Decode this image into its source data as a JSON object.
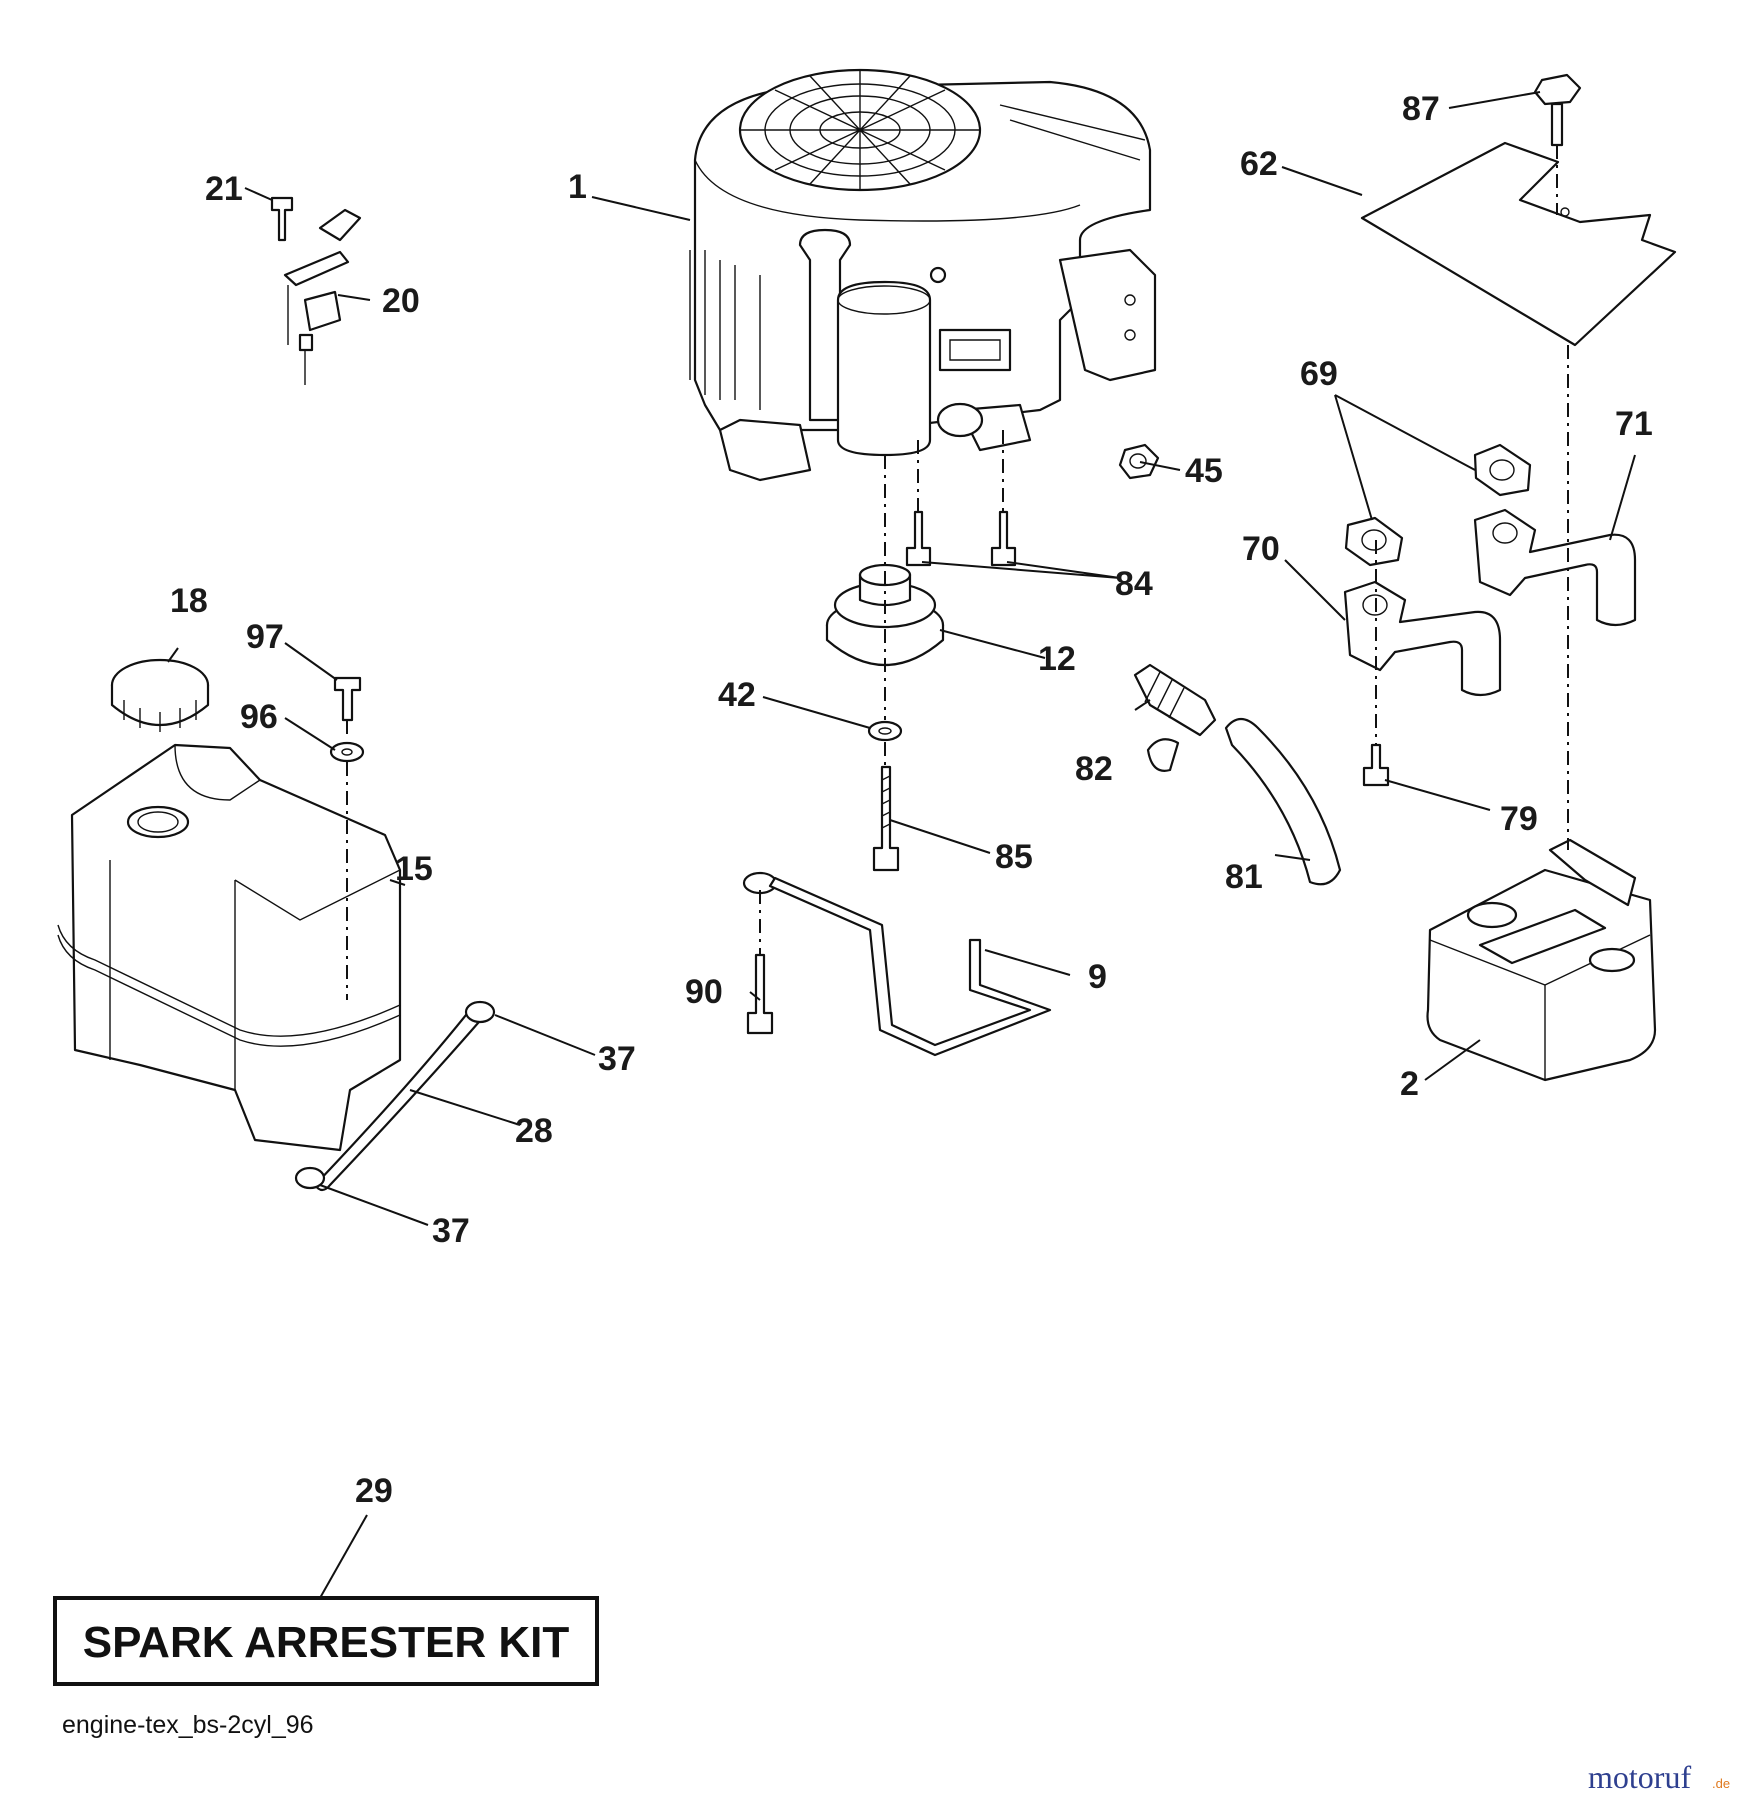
{
  "diagram": {
    "callouts": [
      {
        "id": "c1",
        "label": "1"
      },
      {
        "id": "c2",
        "label": "2"
      },
      {
        "id": "c9",
        "label": "9"
      },
      {
        "id": "c12",
        "label": "12"
      },
      {
        "id": "c15",
        "label": "15"
      },
      {
        "id": "c18",
        "label": "18"
      },
      {
        "id": "c20",
        "label": "20"
      },
      {
        "id": "c21",
        "label": "21"
      },
      {
        "id": "c28",
        "label": "28"
      },
      {
        "id": "c29",
        "label": "29"
      },
      {
        "id": "c37a",
        "label": "37"
      },
      {
        "id": "c37b",
        "label": "37"
      },
      {
        "id": "c42",
        "label": "42"
      },
      {
        "id": "c45",
        "label": "45"
      },
      {
        "id": "c62",
        "label": "62"
      },
      {
        "id": "c69",
        "label": "69"
      },
      {
        "id": "c70",
        "label": "70"
      },
      {
        "id": "c71",
        "label": "71"
      },
      {
        "id": "c79",
        "label": "79"
      },
      {
        "id": "c81",
        "label": "81"
      },
      {
        "id": "c82",
        "label": "82"
      },
      {
        "id": "c84",
        "label": "84"
      },
      {
        "id": "c85",
        "label": "85"
      },
      {
        "id": "c87",
        "label": "87"
      },
      {
        "id": "c90",
        "label": "90"
      },
      {
        "id": "c96",
        "label": "96"
      },
      {
        "id": "c97",
        "label": "97"
      }
    ],
    "kit_label": "SPARK ARRESTER KIT",
    "drawing_code": "engine-tex_bs-2cyl_96"
  },
  "watermark": {
    "text": "motoruf",
    "suffix": ".de",
    "color": "#2e3f8f",
    "accent": "#e07a1f"
  }
}
